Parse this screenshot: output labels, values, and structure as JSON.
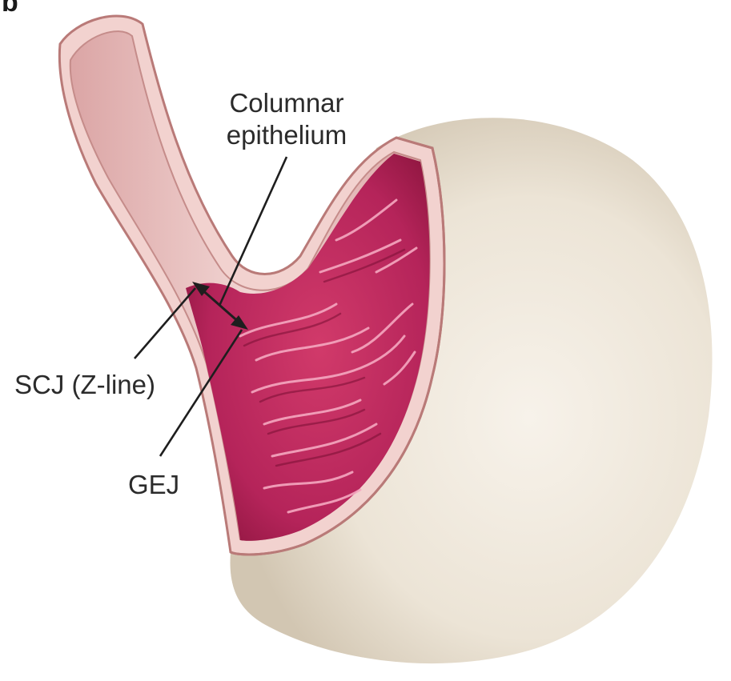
{
  "figure": {
    "panel_letter": "b",
    "labels": {
      "columnar_line1": "Columnar",
      "columnar_line2": "epithelium",
      "scj": "SCJ (Z-line)",
      "gej": "GEJ"
    }
  },
  "colors": {
    "stomach_outer": "#ece4d6",
    "stomach_shade": "#d6cbb8",
    "esophagus_lumen": "#e9bcbc",
    "esophagus_wall": "#f2d2cf",
    "wall_edge": "#b97a78",
    "mucosa": "#c02a5c",
    "mucosa_dark": "#8f1640",
    "mucosa_fold": "#f5a8c0"
  }
}
